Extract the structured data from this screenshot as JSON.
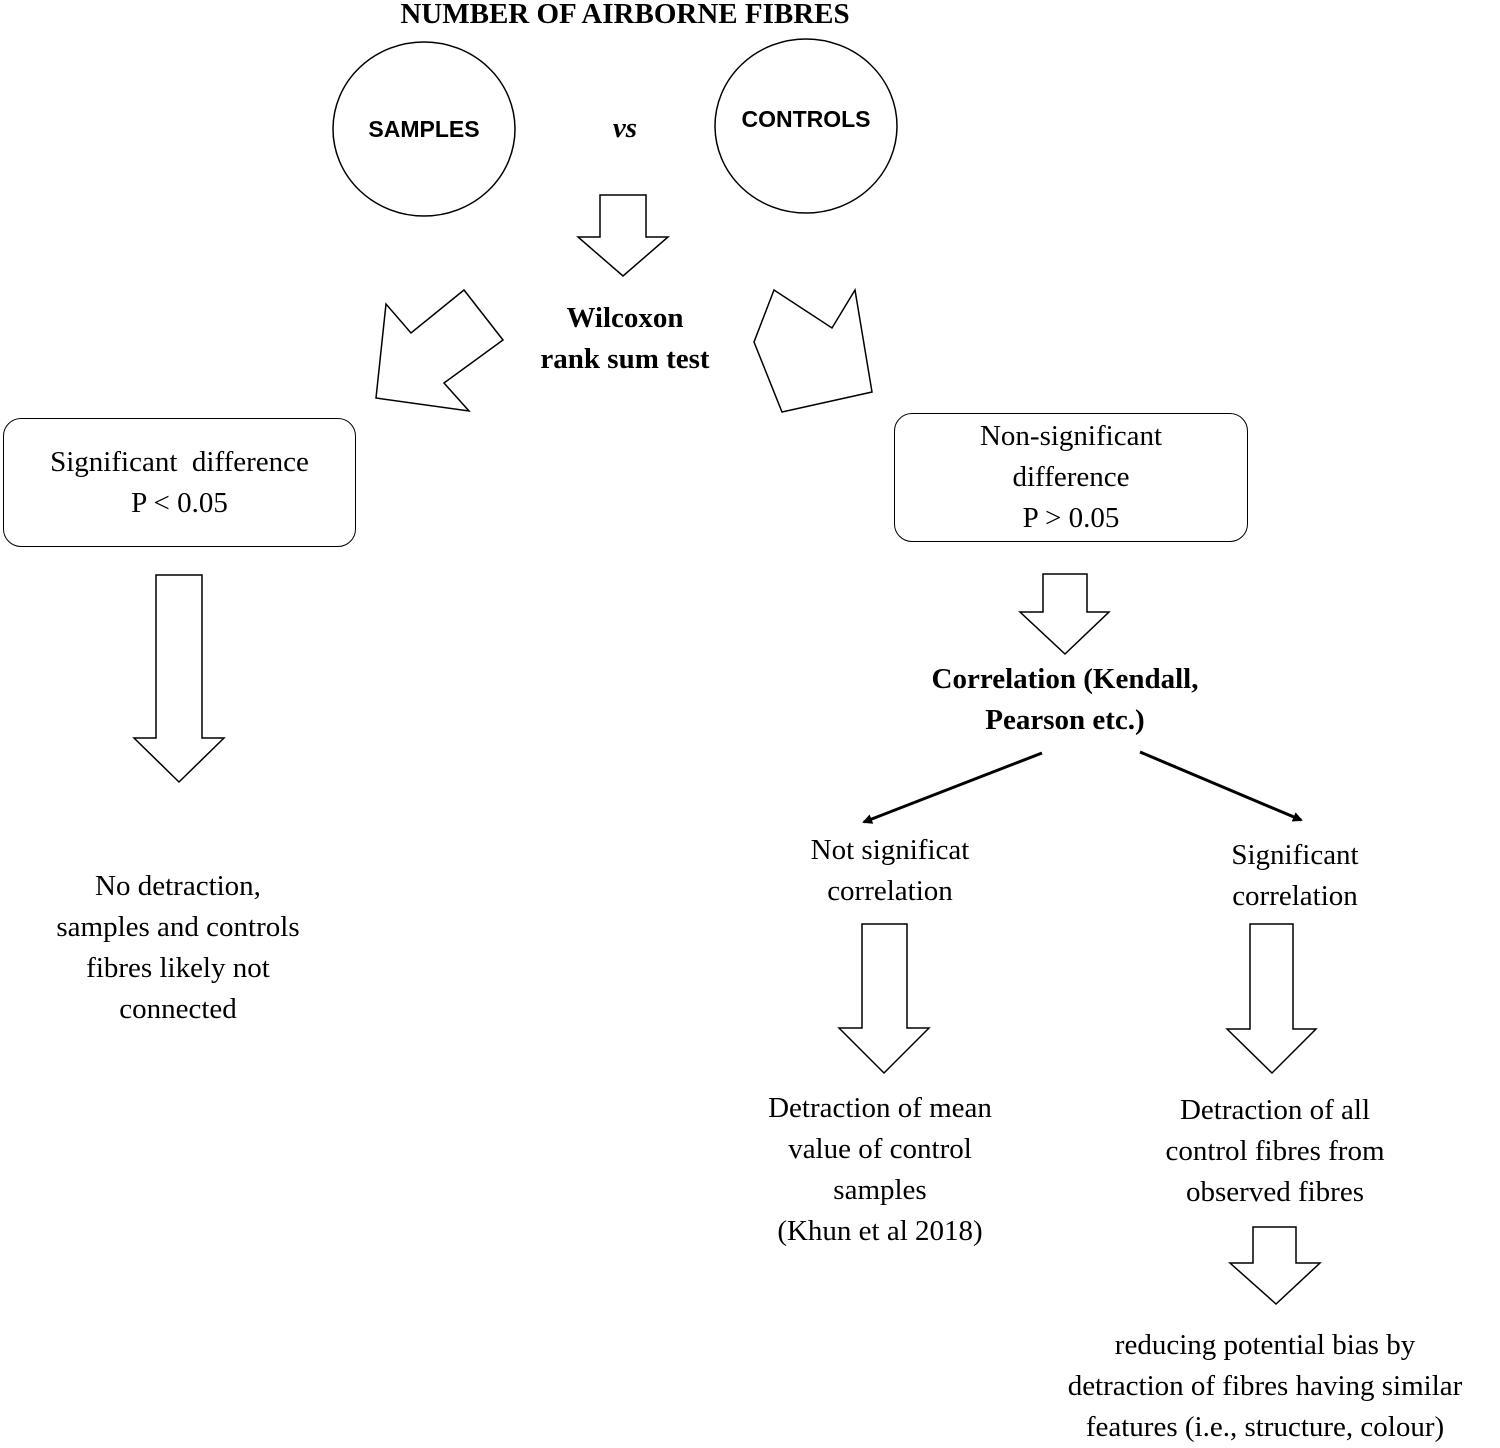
{
  "title": "NUMBER OF AIRBORNE FIBRES",
  "groups": {
    "samples": "SAMPLES",
    "vs": "vs",
    "controls": "CONTROLS"
  },
  "test": {
    "line1": "Wilcoxon",
    "line2": "rank sum test"
  },
  "significant_box": {
    "line1": "Significant  difference",
    "line2": "P < 0.05"
  },
  "nonsignificant_box": {
    "line1": "Non-significant",
    "line2": "difference",
    "line3": "P > 0.05"
  },
  "significant_outcome": {
    "line1": "No detraction,",
    "line2": "samples and controls",
    "line3": "fibres likely not",
    "line4": "connected"
  },
  "correlation": {
    "line1": "Correlation (Kendall,",
    "line2": "Pearson etc.)"
  },
  "not_significant_correlation": {
    "line1": "Not significat",
    "line2": "correlation"
  },
  "significant_correlation": {
    "line1": "Significant",
    "line2": "correlation"
  },
  "mean_detraction": {
    "line1": "Detraction of mean",
    "line2": "value of control",
    "line3": "samples",
    "line4": "(Khun et al 2018)"
  },
  "all_detraction": {
    "line1": "Detraction of all",
    "line2": "control fibres from",
    "line3": "observed fibres"
  },
  "bias_reduction": {
    "line1": "reducing potential bias by",
    "line2": "detraction of fibres having similar",
    "line3": "features (i.e., structure, colour)"
  }
}
